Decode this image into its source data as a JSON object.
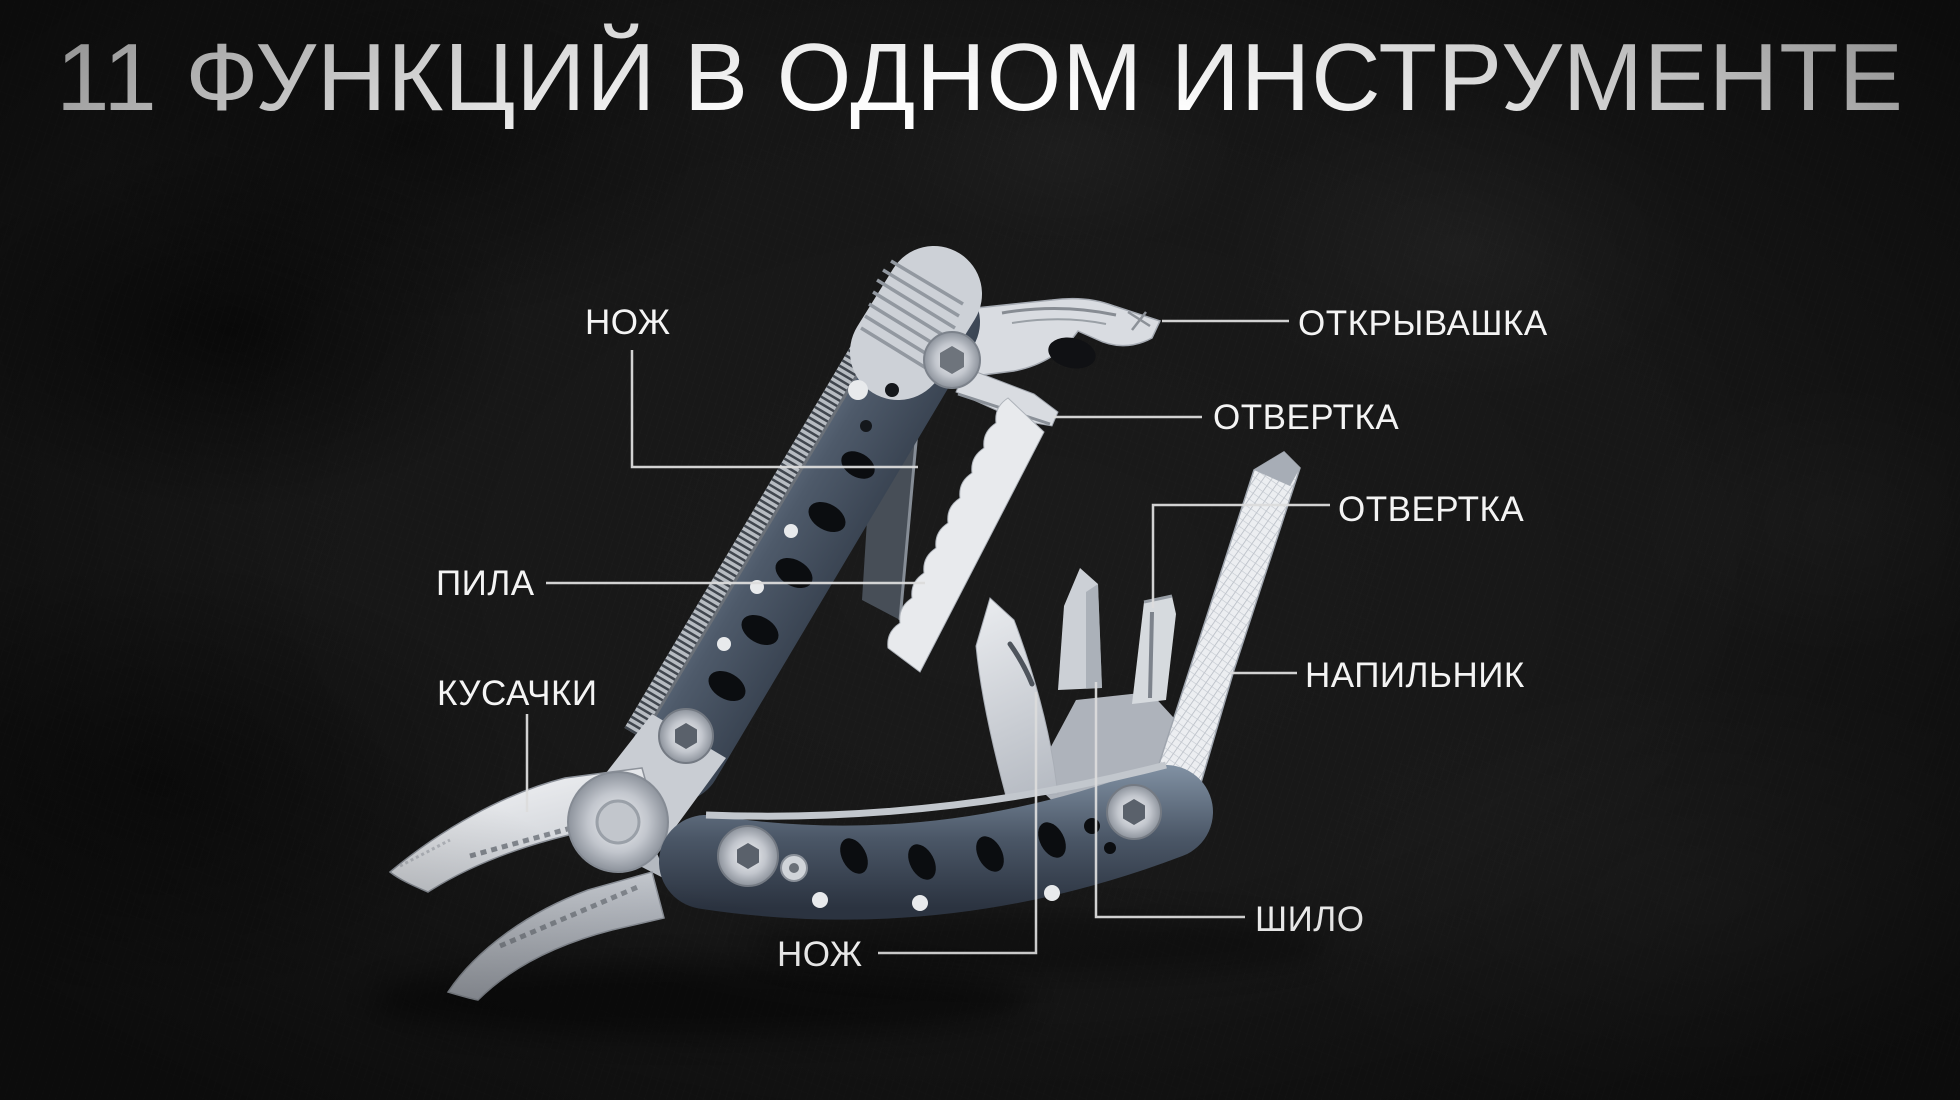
{
  "title": {
    "text": "11 ФУНКЦИЙ В ОДНОМ ИНСТРУМЕНТЕ"
  },
  "callouts": {
    "knife_top": {
      "label": "НОЖ"
    },
    "opener": {
      "label": "ОТКРЫВАШКА"
    },
    "screwdriver_top": {
      "label": "ОТВЕРТКА"
    },
    "screwdriver_right": {
      "label": "ОТВЕРТКА"
    },
    "saw": {
      "label": "ПИЛА"
    },
    "file": {
      "label": "НАПИЛЬНИК"
    },
    "cutters": {
      "label": "КУСАЧКИ"
    },
    "awl": {
      "label": "ШИЛО"
    },
    "knife_bottom": {
      "label": "НОЖ"
    }
  },
  "palette": {
    "background": "#161616",
    "text": "#f4f4f4",
    "leader_line": "#dcdcdc",
    "handle_metal": "#4e5a6a",
    "steel": "#d4d7dc"
  }
}
